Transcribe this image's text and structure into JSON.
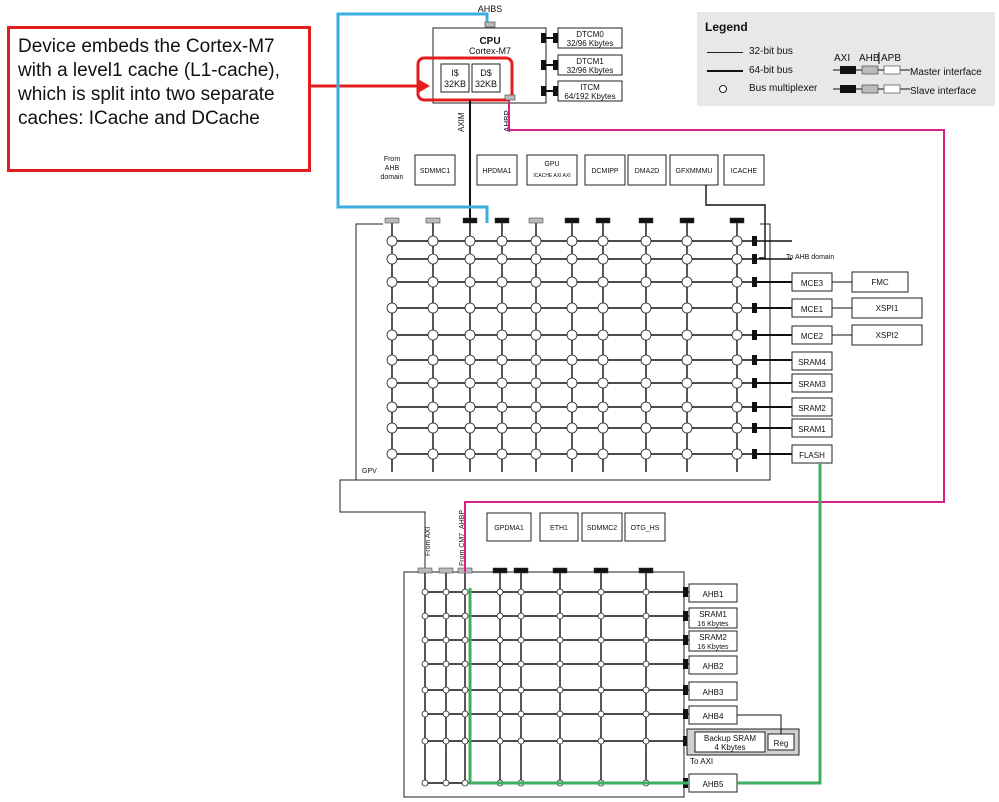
{
  "callout": {
    "text": "Device embeds the Cortex-M7 with a level1 cache (L1-cache), which is split into two separate caches: ICache and DCache"
  },
  "legend": {
    "title": "Legend",
    "bus32": "32-bit bus",
    "bus64": "64-bit bus",
    "mux": "Bus multiplexer",
    "axi": "AXI",
    "ahb": "AHB",
    "apb": "APB",
    "master": "Master interface",
    "slave": "Slave interface"
  },
  "cpu": {
    "top_label": "AHBS",
    "title": "CPU",
    "subtitle": "Cortex-M7",
    "icache": [
      "I$",
      "32KB"
    ],
    "dcache": [
      "D$",
      "32KB"
    ],
    "axim": "AXIM",
    "ahbp": "AHBP"
  },
  "tcm": [
    {
      "name": "DTCM0",
      "size": "32/96 Kbytes"
    },
    {
      "name": "DTCM1",
      "size": "32/96 Kbytes"
    },
    {
      "name": "ITCM",
      "size": "64/192 Kbytes"
    }
  ],
  "axi_masters": {
    "from_ahb": [
      "From",
      "AHB",
      "domain"
    ],
    "boxes": [
      "SDMMC1",
      "HPDMA1",
      "GPU",
      "DCMIPP",
      "DMA2D",
      "GFXMMMU",
      "ICACHE"
    ],
    "gpu_ports": "ICACHE AXI AXI"
  },
  "axi_matrix": {
    "gpv": "GPV",
    "to_ahb": "To AHB domain"
  },
  "axi_slaves": [
    "MCE3",
    "MCE1",
    "MCE2",
    "SRAM4",
    "SRAM3",
    "SRAM2",
    "SRAM1",
    "FLASH"
  ],
  "mem_ctrl": [
    "FMC",
    "XSPI1",
    "XSPI2"
  ],
  "ahb_masters": {
    "from_axi": "From AXI",
    "from_cm7": "From CM7_AHBP",
    "boxes": [
      "GPDMA1",
      "ETH1",
      "SDMMC2",
      "OTG_HS"
    ]
  },
  "ahb_slaves": [
    {
      "name": "AHB1",
      "sub": ""
    },
    {
      "name": "SRAM1",
      "sub": "16 Kbytes"
    },
    {
      "name": "SRAM2",
      "sub": "16 Kbytes"
    },
    {
      "name": "AHB2",
      "sub": ""
    },
    {
      "name": "AHB3",
      "sub": ""
    },
    {
      "name": "AHB4",
      "sub": ""
    }
  ],
  "backup": {
    "name": "Backup SRAM",
    "size": "4 Kbytes",
    "reg": "Reg"
  },
  "to_axi": "To AXI",
  "ahb5": "AHB5",
  "colors": {
    "callout_border": "#e41e1e",
    "blue_path": "#3aaee0",
    "pink_path": "#d6218a",
    "green_path": "#3fae62",
    "legend_bg": "#e8e8e8"
  }
}
